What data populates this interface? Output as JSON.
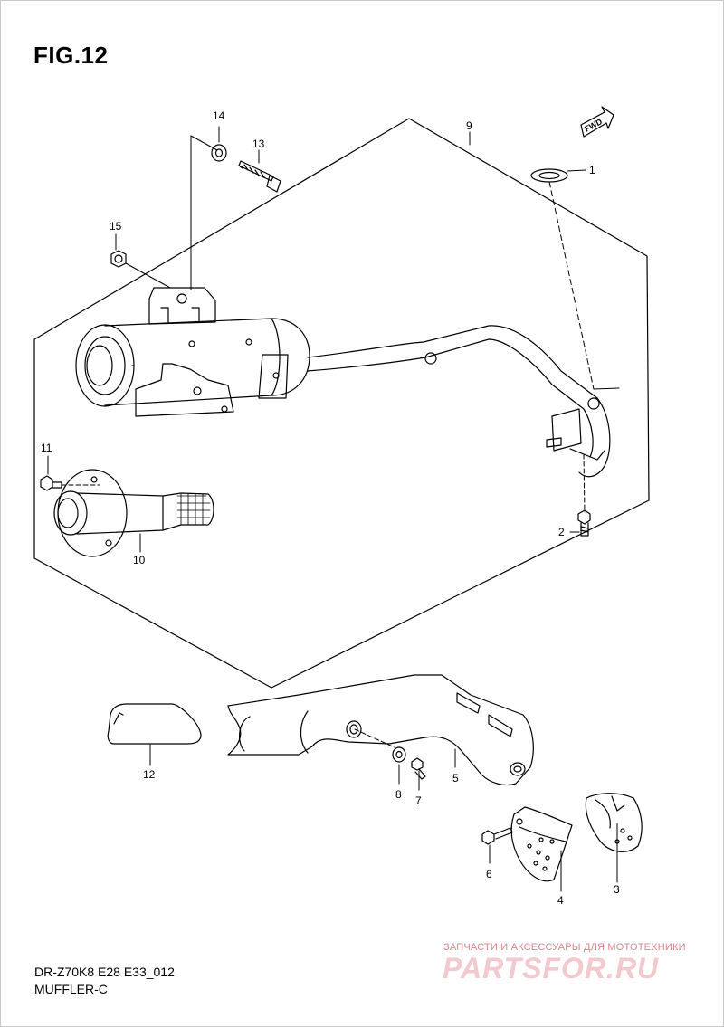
{
  "figure": {
    "title": "FIG.12"
  },
  "fwd_label": "FWD",
  "callouts": {
    "c1": "1",
    "c2": "2",
    "c3": "3",
    "c4": "4",
    "c5": "5",
    "c6": "6",
    "c7": "7",
    "c8": "8",
    "c9": "9",
    "c10": "10",
    "c11": "11",
    "c12": "12",
    "c13": "13",
    "c14": "14",
    "c15": "15"
  },
  "footer": {
    "model_code": "DR-Z70K8 E28 E33_012",
    "section_name": "MUFFLER-C"
  },
  "watermark": {
    "tagline": "ЗАПЧАСТИ И АКСЕССУАРЫ ДЛЯ МОТОТЕХНИКИ",
    "logo": "PARTSFOR.RU"
  },
  "colors": {
    "line": "#000000",
    "watermark": "#d9868e",
    "background": "#ffffff"
  }
}
